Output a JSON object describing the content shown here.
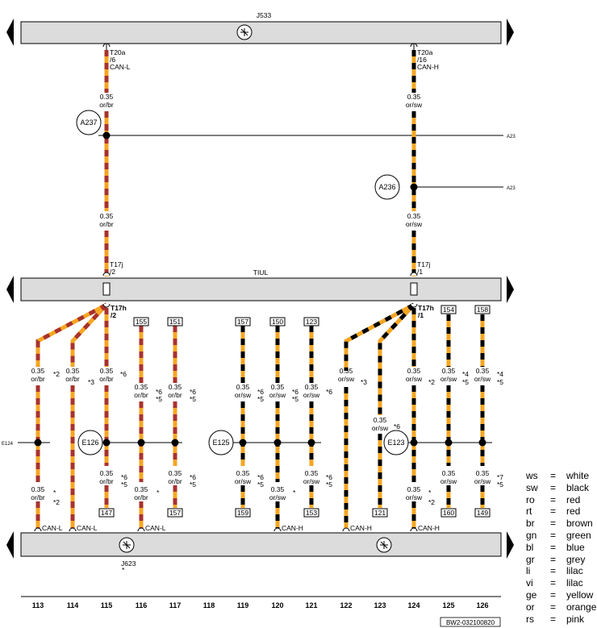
{
  "units": {
    "top": "J533",
    "middle": "TIUL",
    "bottom": "J623"
  },
  "pins_top": [
    {
      "pin": "T20a",
      "num": "/6",
      "sig": "CAN-L"
    },
    {
      "pin": "T20a",
      "num": "/16",
      "sig": "CAN-H"
    }
  ],
  "pins_mid": [
    {
      "pin": "T17j",
      "num": "/2"
    },
    {
      "pin": "T17j",
      "num": "/1"
    }
  ],
  "pins_hub": [
    {
      "pin": "T17h",
      "num": "/2"
    },
    {
      "pin": "T17h",
      "num": "/1"
    }
  ],
  "splices": [
    "A237",
    "A236",
    "E126",
    "E125",
    "E123"
  ],
  "splice_ext": {
    "top": "A23",
    "mid": "A23",
    "left": "E124"
  },
  "wire_spec": {
    "gauge": "0.35",
    "orbr": "or/br",
    "orsw": "or/sw"
  },
  "bottom_sigs": {
    "L": "CAN-L",
    "H": "CAN-H"
  },
  "col_numbers": [
    "113",
    "114",
    "115",
    "116",
    "117",
    "118",
    "119",
    "120",
    "121",
    "122",
    "123",
    "124",
    "125",
    "126"
  ],
  "boxes": {
    "top": [
      "155",
      "151",
      "157",
      "150",
      "123",
      "154",
      "158"
    ],
    "bottom": [
      "147",
      "157",
      "159",
      "153",
      "121",
      "160",
      "149"
    ]
  },
  "notes": [
    "*2",
    "*3",
    "*6",
    "*5",
    "*4",
    "*7"
  ],
  "footer_code": "BW2-032100820",
  "legend": [
    {
      "code": "ws",
      "name": "white"
    },
    {
      "code": "sw",
      "name": "black"
    },
    {
      "code": "ro",
      "name": "red"
    },
    {
      "code": "rt",
      "name": "red"
    },
    {
      "code": "br",
      "name": "brown"
    },
    {
      "code": "gn",
      "name": "green"
    },
    {
      "code": "bl",
      "name": "blue"
    },
    {
      "code": "gr",
      "name": "grey"
    },
    {
      "code": "li",
      "name": "lilac"
    },
    {
      "code": "vi",
      "name": "lilac"
    },
    {
      "code": "ge",
      "name": "yellow"
    },
    {
      "code": "or",
      "name": "orange"
    },
    {
      "code": "rs",
      "name": "pink"
    }
  ],
  "legend_eq": "=",
  "colors": {
    "bar": "#dcdcdc",
    "orange": "#f5a623",
    "brown": "#a8322d",
    "black": "#000000"
  }
}
